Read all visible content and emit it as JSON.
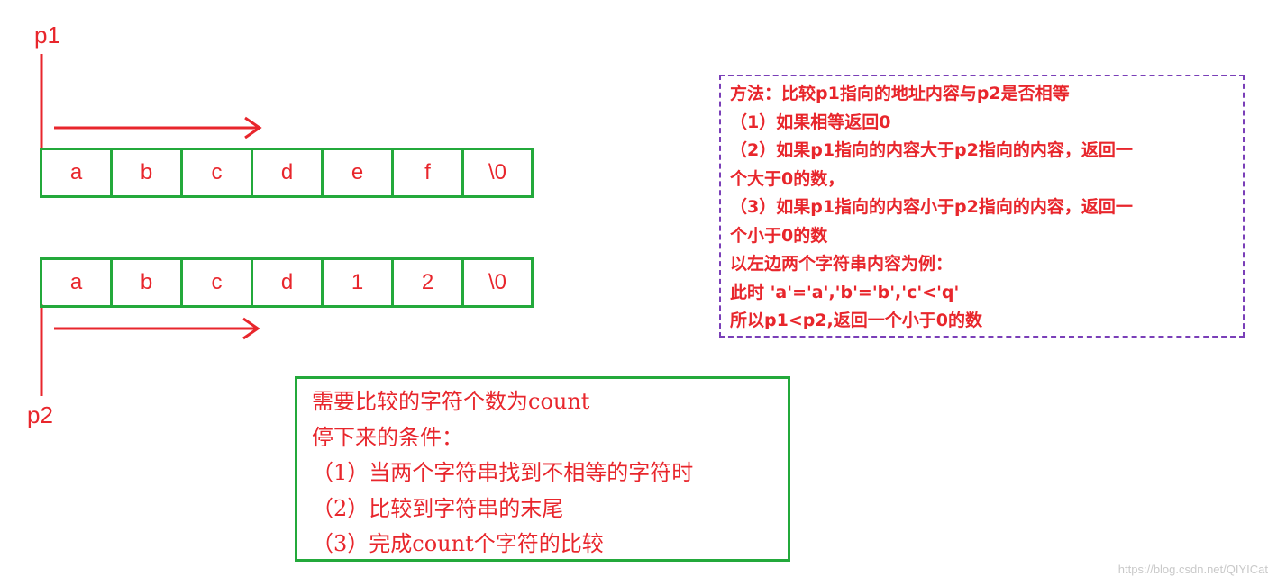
{
  "pointer_labels": {
    "p1": "p1",
    "p2": "p2"
  },
  "string1": [
    "a",
    "b",
    "c",
    "d",
    "e",
    "f",
    "\\0"
  ],
  "string2": [
    "a",
    "b",
    "c",
    "d",
    "1",
    "2",
    "\\0"
  ],
  "method_note": {
    "lines": [
      "方法：比较p1指向的地址内容与p2是否相等",
      "（1）如果相等返回0",
      "（2）如果p1指向的内容大于p2指向的内容，返回一",
      "个大于0的数，",
      "（3）如果p1指向的内容小于p2指向的内容，返回一",
      "个小于0的数",
      "以左边两个字符串内容为例：",
      "此时 'a'='a','b'='b','c'<'q'",
      "所以p1<p2,返回一个小于0的数"
    ]
  },
  "condition_note": {
    "lines": [
      "需要比较的字符个数为count",
      "停下来的条件：",
      "（1）当两个字符串找到不相等的字符时",
      "（2）比较到字符串的末尾",
      "（3）完成count个字符的比较"
    ]
  },
  "watermark": "https://blog.csdn.net/QIYICat",
  "colors": {
    "arrow": "#e8262c",
    "cell_border": "#23a93b",
    "note_border": "#7a3fb8",
    "text": "#e8262c"
  }
}
